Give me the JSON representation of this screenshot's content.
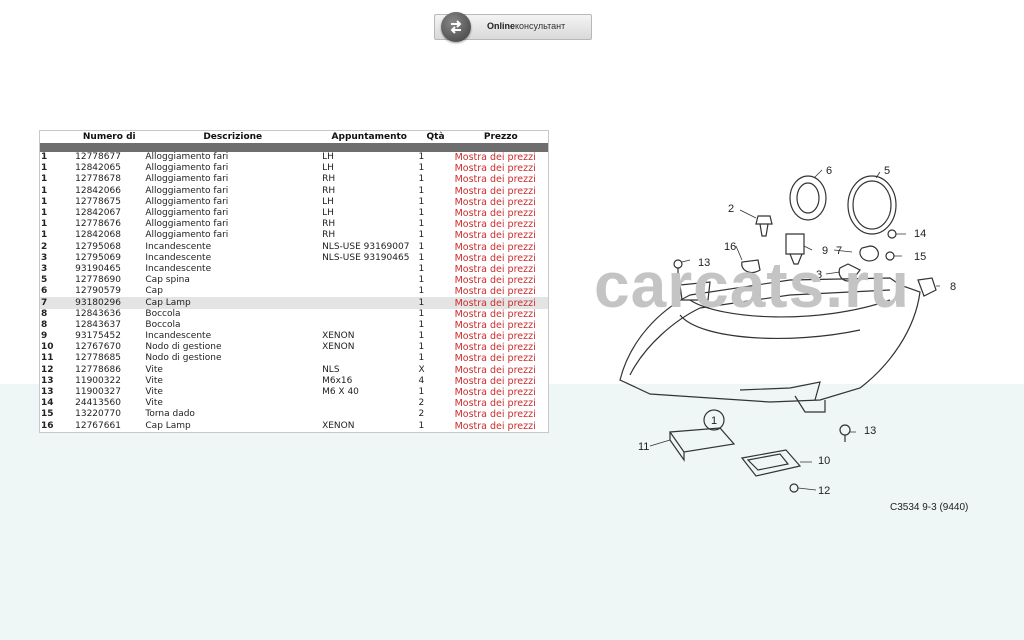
{
  "consultant": {
    "strong": "Online",
    "rest": "консультант"
  },
  "table": {
    "headers": [
      "",
      "Numero di",
      "Descrizione",
      "Appuntamento",
      "Qtà",
      "Prezzo"
    ],
    "rows": [
      {
        "ref": "1",
        "part": "12778677",
        "desc": "Alloggiamento fari",
        "app": "LH",
        "qty": "1",
        "price": "Mostra dei prezzi"
      },
      {
        "ref": "1",
        "part": "12842065",
        "desc": "Alloggiamento fari",
        "app": "LH",
        "qty": "1",
        "price": "Mostra dei prezzi"
      },
      {
        "ref": "1",
        "part": "12778678",
        "desc": "Alloggiamento fari",
        "app": "RH",
        "qty": "1",
        "price": "Mostra dei prezzi"
      },
      {
        "ref": "1",
        "part": "12842066",
        "desc": "Alloggiamento fari",
        "app": "RH",
        "qty": "1",
        "price": "Mostra dei prezzi"
      },
      {
        "ref": "1",
        "part": "12778675",
        "desc": "Alloggiamento fari",
        "app": "LH",
        "qty": "1",
        "price": "Mostra dei prezzi"
      },
      {
        "ref": "1",
        "part": "12842067",
        "desc": "Alloggiamento fari",
        "app": "LH",
        "qty": "1",
        "price": "Mostra dei prezzi"
      },
      {
        "ref": "1",
        "part": "12778676",
        "desc": "Alloggiamento fari",
        "app": "RH",
        "qty": "1",
        "price": "Mostra dei prezzi"
      },
      {
        "ref": "1",
        "part": "12842068",
        "desc": "Alloggiamento fari",
        "app": "RH",
        "qty": "1",
        "price": "Mostra dei prezzi"
      },
      {
        "ref": "2",
        "part": "12795068",
        "desc": "Incandescente",
        "app": "NLS-USE 93169007",
        "qty": "1",
        "price": "Mostra dei prezzi"
      },
      {
        "ref": "3",
        "part": "12795069",
        "desc": "Incandescente",
        "app": "NLS-USE 93190465",
        "qty": "1",
        "price": "Mostra dei prezzi"
      },
      {
        "ref": "3",
        "part": "93190465",
        "desc": "Incandescente",
        "app": "",
        "qty": "1",
        "price": "Mostra dei prezzi"
      },
      {
        "ref": "5",
        "part": "12778690",
        "desc": "Cap spina",
        "app": "",
        "qty": "1",
        "price": "Mostra dei prezzi"
      },
      {
        "ref": "6",
        "part": "12790579",
        "desc": "Cap",
        "app": "",
        "qty": "1",
        "price": "Mostra dei prezzi"
      },
      {
        "ref": "7",
        "part": "93180296",
        "desc": "Cap Lamp",
        "app": "",
        "qty": "1",
        "price": "Mostra dei prezzi",
        "highlight": true
      },
      {
        "ref": "8",
        "part": "12843636",
        "desc": "Boccola",
        "app": "",
        "qty": "1",
        "price": "Mostra dei prezzi"
      },
      {
        "ref": "8",
        "part": "12843637",
        "desc": "Boccola",
        "app": "",
        "qty": "1",
        "price": "Mostra dei prezzi"
      },
      {
        "ref": "9",
        "part": "93175452",
        "desc": "Incandescente",
        "app": "XENON",
        "qty": "1",
        "price": "Mostra dei prezzi"
      },
      {
        "ref": "10",
        "part": "12767670",
        "desc": "Nodo di gestione",
        "app": "XENON",
        "qty": "1",
        "price": "Mostra dei prezzi"
      },
      {
        "ref": "11",
        "part": "12778685",
        "desc": "Nodo di gestione",
        "app": "",
        "qty": "1",
        "price": "Mostra dei prezzi"
      },
      {
        "ref": "12",
        "part": "12778686",
        "desc": "Vite",
        "app": "NLS",
        "qty": "X",
        "price": "Mostra dei prezzi"
      },
      {
        "ref": "13",
        "part": "11900322",
        "desc": "Vite",
        "app": "M6x16",
        "qty": "4",
        "price": "Mostra dei prezzi"
      },
      {
        "ref": "13",
        "part": "11900327",
        "desc": "Vite",
        "app": "M6 X 40",
        "qty": "1",
        "price": "Mostra dei prezzi"
      },
      {
        "ref": "14",
        "part": "24413560",
        "desc": "Vite",
        "app": "",
        "qty": "2",
        "price": "Mostra dei prezzi"
      },
      {
        "ref": "15",
        "part": "13220770",
        "desc": "Torna dado",
        "app": "",
        "qty": "2",
        "price": "Mostra dei prezzi"
      },
      {
        "ref": "16",
        "part": "12767661",
        "desc": "Cap Lamp",
        "app": "XENON",
        "qty": "1",
        "price": "Mostra dei prezzi"
      }
    ]
  },
  "diagram": {
    "watermark": "carcats.ru",
    "code": "C3534 9-3 (9440)",
    "callouts": [
      "1",
      "2",
      "3",
      "5",
      "6",
      "7",
      "8",
      "9",
      "10",
      "11",
      "12",
      "13",
      "13",
      "14",
      "15",
      "16"
    ]
  }
}
